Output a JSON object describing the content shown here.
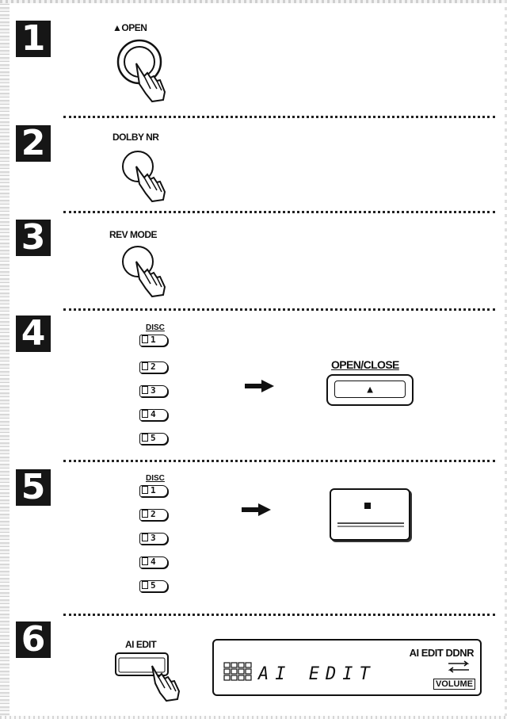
{
  "steps": [
    "1",
    "2",
    "3",
    "4",
    "5",
    "6"
  ],
  "buttons": {
    "open": "▲OPEN",
    "dolby": "DOLBY NR",
    "rev_mode": "REV MODE",
    "ai_edit": "AI EDIT",
    "open_close": "OPEN/CLOSE",
    "eject_symbol": "▲"
  },
  "disc": {
    "title": "DISC",
    "items": [
      "1",
      "2",
      "3",
      "4",
      "5"
    ]
  },
  "display": {
    "top_text": "AI EDIT DDNR",
    "main_text": "AI EDIT",
    "volume_label": "VOLUME"
  }
}
